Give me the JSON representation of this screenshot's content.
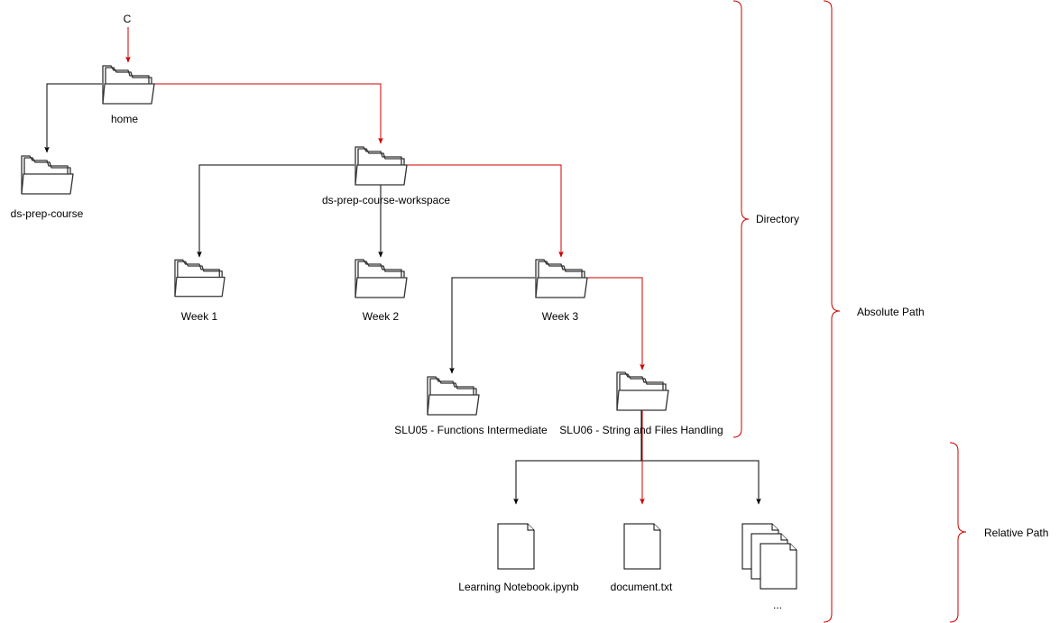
{
  "root_label": "C",
  "folders": {
    "home": "home",
    "ds_prep_course": "ds-prep-course",
    "workspace": "ds-prep-course-workspace",
    "week1": "Week 1",
    "week2": "Week 2",
    "week3": "Week 3",
    "slu05": "SLU05 - Functions Intermediate",
    "slu06": "SLU06 - String and Files Handling"
  },
  "files": {
    "notebook": "Learning Notebook.ipynb",
    "document": "document.txt",
    "more": "..."
  },
  "brackets": {
    "directory": "Directory",
    "absolute": "Absolute Path",
    "relative": "Relative Path"
  },
  "colors": {
    "path_highlight": "#cc0000",
    "edge": "#000000",
    "folder_stroke": "#333333"
  }
}
